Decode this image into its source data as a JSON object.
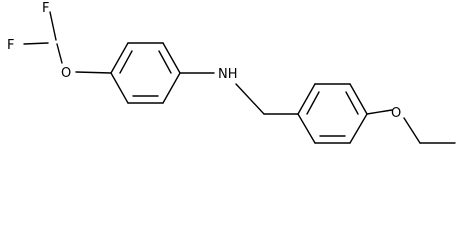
{
  "molecule": {
    "atoms": {
      "f1": "F",
      "f2": "F",
      "o1": "O",
      "nh": "NH",
      "o2": "O"
    },
    "colors": {
      "bond": "#000000",
      "label": "#000000",
      "background": "#ffffff"
    }
  }
}
